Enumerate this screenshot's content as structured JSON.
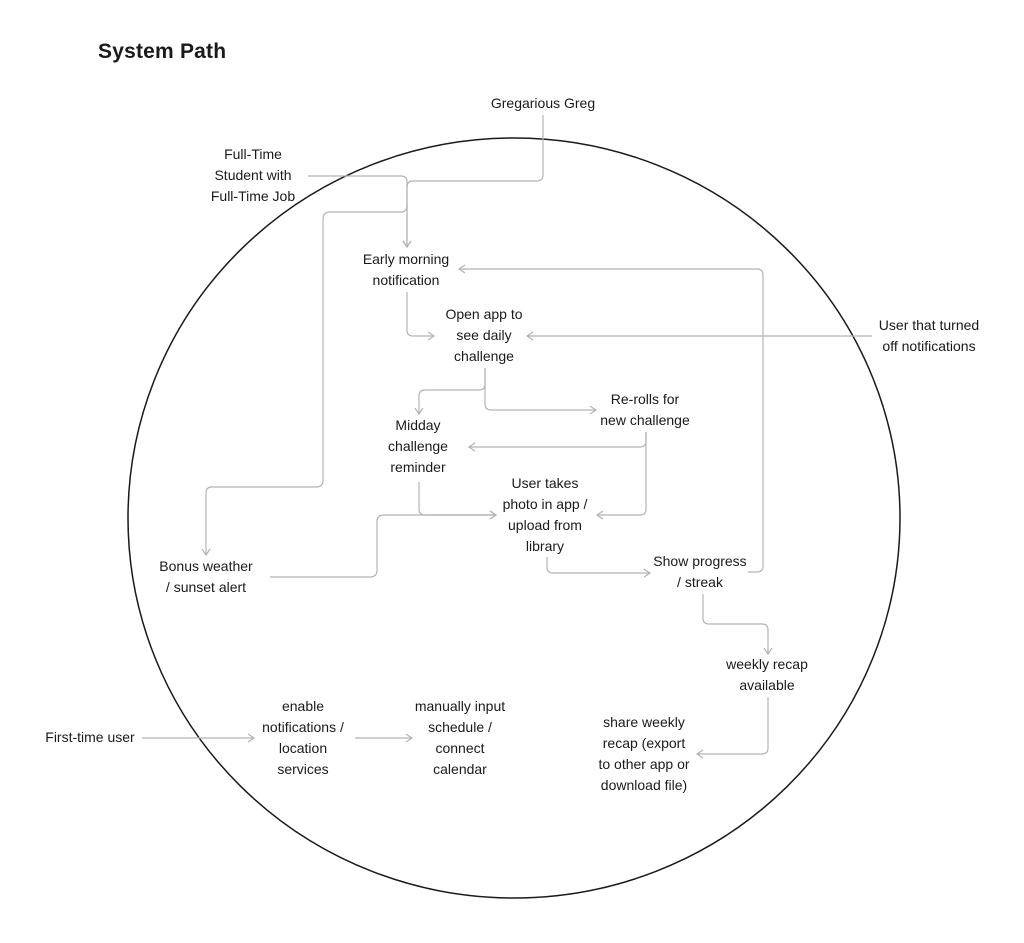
{
  "title": "System Path",
  "nodes": {
    "gregarious_greg": [
      "Gregarious Greg"
    ],
    "full_time_student": [
      "Full-Time",
      "Student with",
      "Full-Time Job"
    ],
    "early_morning": [
      "Early morning",
      "notification"
    ],
    "open_app": [
      "Open app to",
      "see daily",
      "challenge"
    ],
    "user_turned_off": [
      "User that turned",
      "off notifications"
    ],
    "re_rolls": [
      "Re-rolls for",
      "new challenge"
    ],
    "midday": [
      "Midday",
      "challenge",
      "reminder"
    ],
    "user_takes_photo": [
      "User takes",
      "photo in app /",
      "upload from",
      "library"
    ],
    "bonus_weather": [
      "Bonus weather",
      "/ sunset alert"
    ],
    "show_progress": [
      "Show progress",
      "/ streak"
    ],
    "weekly_recap": [
      "weekly recap",
      "available"
    ],
    "share_weekly": [
      "share weekly",
      "recap (export",
      "to other app or",
      "download file)"
    ],
    "first_time_user": [
      "First-time user"
    ],
    "enable_notifications": [
      "enable",
      "notifications /",
      "location",
      "services"
    ],
    "manually_input": [
      "manually input",
      "schedule /",
      "connect",
      "calendar"
    ]
  },
  "colors": {
    "connector": "#b3b3b3",
    "circle": "#1a1a1a",
    "text": "#1a1a1a"
  }
}
